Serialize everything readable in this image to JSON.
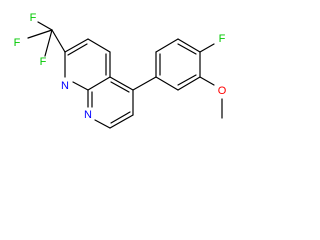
{
  "molecule": {
    "atoms": [
      {
        "id": "F1",
        "label": "F",
        "color": "#00c800"
      },
      {
        "id": "F2",
        "label": "F",
        "color": "#00c800"
      },
      {
        "id": "F3",
        "label": "F",
        "color": "#00c800"
      },
      {
        "id": "N1",
        "label": "N",
        "color": "#0000ff"
      },
      {
        "id": "N2",
        "label": "N",
        "color": "#0000ff"
      },
      {
        "id": "F4",
        "label": "F",
        "color": "#00c800"
      },
      {
        "id": "O1",
        "label": "O",
        "color": "#ff0000"
      }
    ],
    "bond_color": "#000000",
    "background": "#ffffff"
  }
}
